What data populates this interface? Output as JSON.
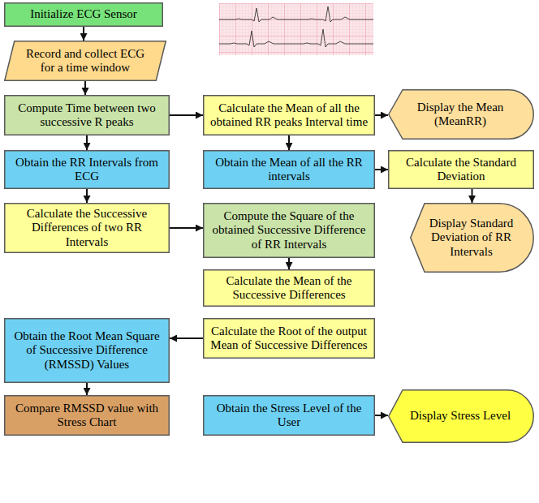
{
  "diagram": {
    "nodes": [
      {
        "text": [
          "Initialize ECG Sensor"
        ]
      },
      {
        "text": [
          "Record and collect ECG for a time window"
        ]
      },
      {
        "text": [
          "Compute Time between two successive R peaks"
        ]
      },
      {
        "text": [
          "Calculate the Mean of all the obtained RR peaks Interval time"
        ]
      },
      {
        "text": [
          "Display the Mean (MeanRR)"
        ]
      },
      {
        "text": [
          "Obtain the RR Intervals from ECG"
        ]
      },
      {
        "text": [
          "Obtain the Mean of all the RR intervals"
        ]
      },
      {
        "text": [
          "Calculate the Standard Deviation"
        ]
      },
      {
        "text": [
          "Calculate the Successive Differences of two RR Intervals"
        ]
      },
      {
        "text": [
          "Display Standard Deviation of RR Intervals"
        ]
      },
      {
        "text": [
          "Compute the Square of the obtained Successive Difference of RR Intervals"
        ]
      },
      {
        "text": [
          "Calculate the Mean of the Successive Differences"
        ]
      },
      {
        "text": [
          "Obtain the Root Mean Square of Successive Difference (RMSSD) Values"
        ]
      },
      {
        "text": [
          "Calculate the Root of the output Mean of Successive Differences"
        ]
      },
      {
        "text": [
          "Compare RMSSD value with Stress Chart"
        ]
      },
      {
        "text": [
          "Obtain the Stress Level of the User"
        ]
      },
      {
        "text": [
          "Display Stress Level"
        ]
      }
    ],
    "edges": [
      {
        "from": 0,
        "to": 1,
        "arrow": "to"
      },
      {
        "from": 1,
        "to": 2,
        "arrow": "to"
      },
      {
        "from": 2,
        "to": 3,
        "arrow": "to"
      },
      {
        "from": 3,
        "to": 4,
        "arrow": "to"
      },
      {
        "from": 2,
        "to": 5,
        "arrow": "to"
      },
      {
        "from": 3,
        "to": 6,
        "arrow": "to"
      },
      {
        "from": 6,
        "to": 7,
        "arrow": "to"
      },
      {
        "from": 7,
        "to": 9,
        "arrow": "to"
      },
      {
        "from": 5,
        "to": 8,
        "arrow": "to"
      },
      {
        "from": 8,
        "to": 10,
        "arrow": "to"
      },
      {
        "from": 10,
        "to": 11,
        "arrow": "to"
      },
      {
        "from": 13,
        "to": 12,
        "arrow": "to"
      },
      {
        "from": 12,
        "to": 14,
        "arrow": "to"
      },
      {
        "from": 15,
        "to": 16,
        "arrow": "to"
      }
    ]
  }
}
